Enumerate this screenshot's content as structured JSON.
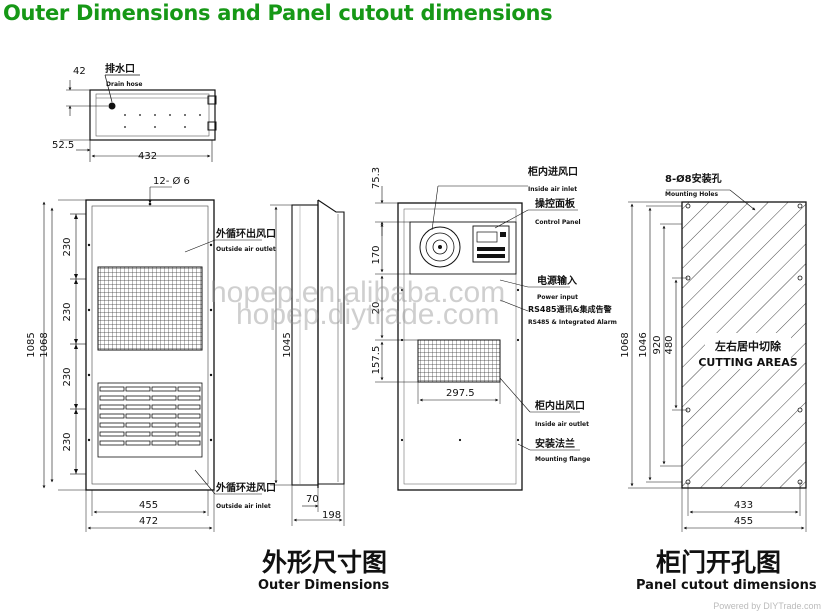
{
  "title": "Outer Dimensions and Panel cutout dimensions",
  "watermarks": [
    "hopep.en.alibaba.com",
    "hopep.diytrade.com"
  ],
  "credit": "Powered by DIYTrade.com",
  "top_view": {
    "drain_label_cn": "排水口",
    "drain_label_en": "Drain hose",
    "dims": {
      "d42": "42",
      "d52_5": "52.5",
      "d432": "432"
    }
  },
  "front_view": {
    "holes": "12- Ø 6",
    "outlet_cn": "外循环出风口",
    "outlet_en": "Outside air outlet",
    "inlet_cn": "外循环进风口",
    "inlet_en": "Outside air inlet",
    "dims": {
      "d230a": "230",
      "d230b": "230",
      "d230c": "230",
      "d230d": "230",
      "d1085": "1085",
      "d1068": "1068",
      "d455": "455",
      "d472": "472"
    },
    "caption_cn": "外形尺寸图",
    "caption_en": "Outer Dimensions"
  },
  "side_view": {
    "dims": {
      "d1045": "1045",
      "d70": "70",
      "d198": "198"
    }
  },
  "back_view": {
    "inlet_cn": "柜内进风口",
    "inlet_en": "Inside air inlet",
    "panel_cn": "操控面板",
    "panel_en": "Control Panel",
    "power_cn": "电源输入",
    "power_en": "Power input",
    "alarm_cn": "RS485通讯&集成告警",
    "alarm_en": "RS485 & Integrated Alarm",
    "outlet_cn": "柜内出风口",
    "outlet_en": "Inside air outlet",
    "flange_cn": "安装法兰",
    "flange_en": "Mounting flange",
    "dims": {
      "d75_3": "75.3",
      "d170": "170",
      "d157_5": "157.5",
      "d297_5": "297.5",
      "d20": "20"
    }
  },
  "cutout_view": {
    "holes_cn": "8-Ø8安装孔",
    "holes_en": "Mounting Holes",
    "area_cn": "左右居中切除",
    "area_en": "CUTTING AREAS",
    "dims": {
      "d1068": "1068",
      "d1046": "1046",
      "d920": "920",
      "d480": "480",
      "d433": "433",
      "d455": "455"
    },
    "caption_cn": "柜门开孔图",
    "caption_en": "Panel cutout dimensions"
  },
  "colors": {
    "title": "#169816",
    "line": "#111111",
    "watermark": "#8c8c8c"
  }
}
